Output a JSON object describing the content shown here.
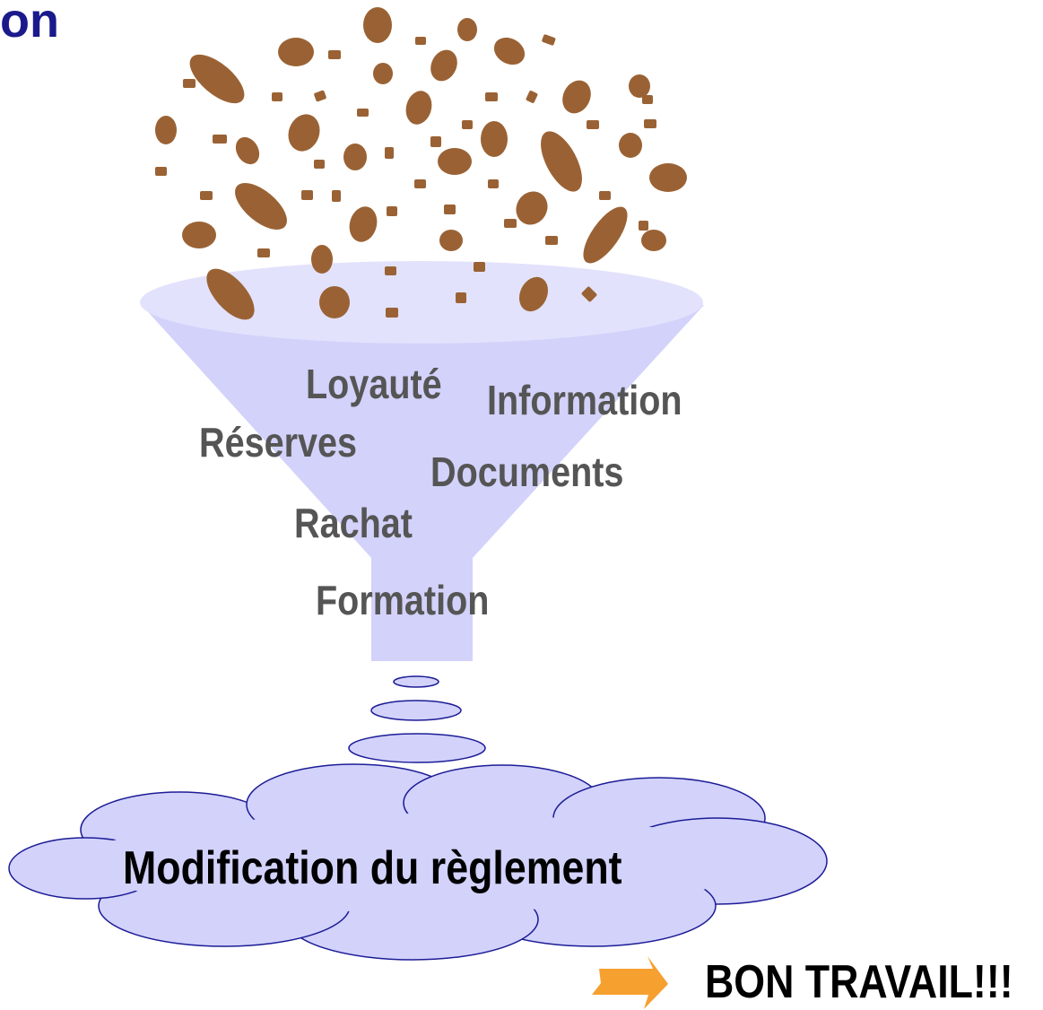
{
  "title_fragment": "on",
  "funnel_words": {
    "loyaute": "Loyauté",
    "information": "Information",
    "reserves": "Réserves",
    "documents": "Documents",
    "rachat": "Rachat",
    "formation": "Formation"
  },
  "cloud_label": "Modification du règlement",
  "closing_text": "BON TRAVAIL!!!",
  "colors": {
    "title": "#1a1a8c",
    "funnel_fill": "#d2d2fb",
    "funnel_rim": "#e2e2fc",
    "outline": "#1c1c96",
    "debris": "#9a6234",
    "words": "#555555",
    "arrow": "#f6a030"
  }
}
